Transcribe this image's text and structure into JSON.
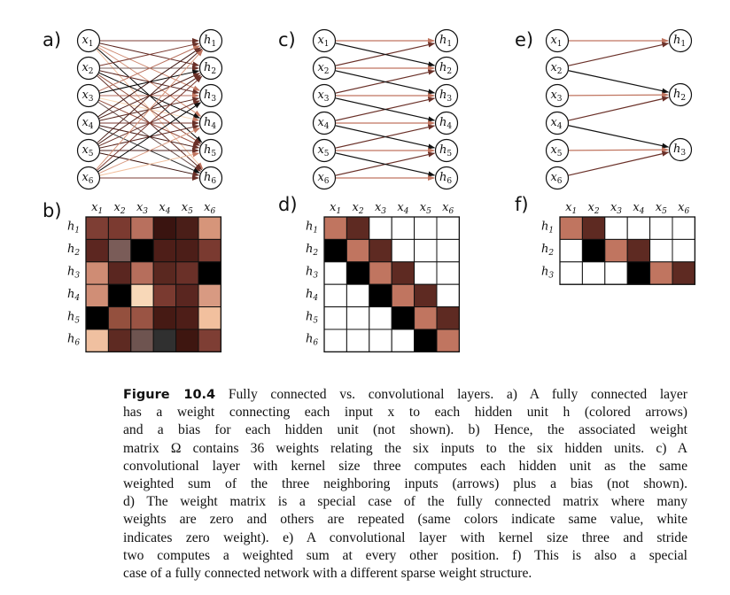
{
  "figure": {
    "number": "Figure 10.4",
    "caption_lines": [
      " Fully connected vs. convolutional layers. a) A fully connected layer",
      "has a weight connecting each input x to each hidden unit h (colored arrows)",
      "and a bias for each hidden unit (not shown). b) Hence, the associated weight",
      "matrix Ω contains 36 weights relating the six inputs to the six hidden units. c) A",
      "convolutional layer with kernel size three computes each hidden unit as the same",
      "weighted sum of the three neighboring inputs (arrows) plus a bias (not shown).",
      "d) The weight matrix is a special case of the fully connected matrix where many",
      "weights are zero and others are repeated (same colors indicate same value, white",
      "indicates zero weight). e) A convolutional layer with kernel size three and stride",
      "two computes a weighted sum at every other position. f) This is also a special",
      "case of a fully connected network with a different sparse weight structure."
    ]
  },
  "colors": {
    "salmon": "#c07560",
    "dark_brown": "#5e2a22",
    "black": "#000000",
    "zero": "#ffffff"
  },
  "panels": {
    "a": {
      "label": "a)",
      "inputs": [
        "x1",
        "x2",
        "x3",
        "x4",
        "x5",
        "x6"
      ],
      "outputs": [
        "h1",
        "h2",
        "h3",
        "h4",
        "h5",
        "h6"
      ],
      "connectivity": "full"
    },
    "b": {
      "label": "b)",
      "col_labels": [
        "x1",
        "x2",
        "x3",
        "x4",
        "x5",
        "x6"
      ],
      "row_labels": [
        "h1",
        "h2",
        "h3",
        "h4",
        "h5",
        "h6"
      ],
      "cells": [
        [
          "#7e3e34",
          "#7b3a30",
          "#b8705e",
          "#3a1410",
          "#4a1e18",
          "#d6957a"
        ],
        [
          "#5c2620",
          "#7a5c58",
          "#000000",
          "#4e1e18",
          "#4c1e18",
          "#7a3a30"
        ],
        [
          "#cf8c74",
          "#5a2620",
          "#b66e5c",
          "#5a2820",
          "#6a3028",
          "#000000"
        ],
        [
          "#d08e76",
          "#000000",
          "#f8d8b8",
          "#7a3a30",
          "#5a2620",
          "#d89a82"
        ],
        [
          "#000000",
          "#94503e",
          "#9a5444",
          "#461a14",
          "#4e1e18",
          "#f2c09e"
        ],
        [
          "#f0c0a0",
          "#5e2a22",
          "#6e5450",
          "#303030",
          "#3e1610",
          "#7e3e34"
        ]
      ]
    },
    "c": {
      "label": "c)",
      "inputs": [
        "x1",
        "x2",
        "x3",
        "x4",
        "x5",
        "x6"
      ],
      "outputs": [
        "h1",
        "h2",
        "h3",
        "h4",
        "h5",
        "h6"
      ],
      "kernel": 3,
      "stride": 1
    },
    "d": {
      "label": "d)",
      "col_labels": [
        "x1",
        "x2",
        "x3",
        "x4",
        "x5",
        "x6"
      ],
      "row_labels": [
        "h1",
        "h2",
        "h3",
        "h4",
        "h5",
        "h6"
      ],
      "cells": [
        [
          "salmon",
          "dark_brown",
          "zero",
          "zero",
          "zero",
          "zero"
        ],
        [
          "black",
          "salmon",
          "dark_brown",
          "zero",
          "zero",
          "zero"
        ],
        [
          "zero",
          "black",
          "salmon",
          "dark_brown",
          "zero",
          "zero"
        ],
        [
          "zero",
          "zero",
          "black",
          "salmon",
          "dark_brown",
          "zero"
        ],
        [
          "zero",
          "zero",
          "zero",
          "black",
          "salmon",
          "dark_brown"
        ],
        [
          "zero",
          "zero",
          "zero",
          "zero",
          "black",
          "salmon"
        ]
      ]
    },
    "e": {
      "label": "e)",
      "inputs": [
        "x1",
        "x2",
        "x3",
        "x4",
        "x5",
        "x6"
      ],
      "outputs": [
        "h1",
        "h2",
        "h3"
      ],
      "kernel": 3,
      "stride": 2
    },
    "f": {
      "label": "f)",
      "col_labels": [
        "x1",
        "x2",
        "x3",
        "x4",
        "x5",
        "x6"
      ],
      "row_labels": [
        "h1",
        "h2",
        "h3"
      ],
      "cells": [
        [
          "salmon",
          "dark_brown",
          "zero",
          "zero",
          "zero",
          "zero"
        ],
        [
          "zero",
          "black",
          "salmon",
          "dark_brown",
          "zero",
          "zero"
        ],
        [
          "zero",
          "zero",
          "zero",
          "black",
          "salmon",
          "dark_brown"
        ]
      ]
    }
  }
}
